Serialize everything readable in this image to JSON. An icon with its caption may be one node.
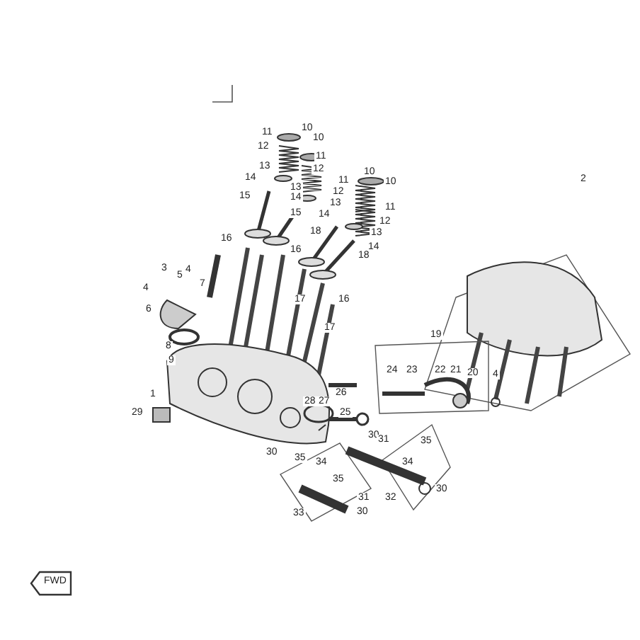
{
  "diagram": {
    "labels": [
      "10",
      "11",
      "10",
      "12",
      "11",
      "13",
      "12",
      "14",
      "13",
      "15",
      "14",
      "15",
      "10",
      "11",
      "10",
      "12",
      "11",
      "13",
      "14",
      "12",
      "18",
      "13",
      "14",
      "16",
      "16",
      "18",
      "3",
      "4",
      "5",
      "7",
      "4",
      "6",
      "17",
      "16",
      "17",
      "8",
      "9",
      "2",
      "19",
      "24",
      "23",
      "22",
      "21",
      "20",
      "4",
      "1",
      "29",
      "28",
      "27",
      "26",
      "25",
      "30",
      "30",
      "31",
      "35",
      "34",
      "35",
      "35",
      "34",
      "30",
      "31",
      "32",
      "33",
      "30",
      "FWD"
    ]
  }
}
